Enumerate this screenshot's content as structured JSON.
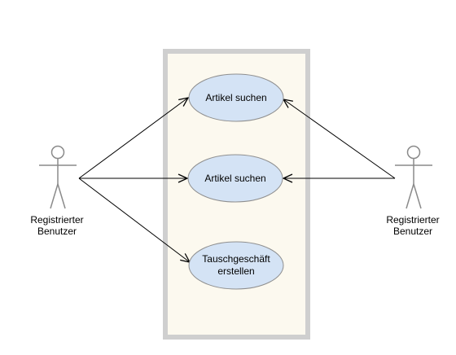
{
  "diagram": {
    "colors": {
      "boundary_stroke": "#cfcfcf",
      "boundary_fill": "#fcf9ef",
      "usecase_fill": "#d4e3f5",
      "usecase_stroke": "#8f8f8f",
      "actor_stroke": "#8a8a8a",
      "line": "#000000"
    },
    "actors": [
      {
        "line1": "Registrierter",
        "line2": "Benutzer"
      },
      {
        "line1": "Registrierter",
        "line2": "Benutzer"
      }
    ],
    "use_cases": [
      {
        "line1": "Artikel suchen",
        "line2": ""
      },
      {
        "line1": "Artikel suchen",
        "line2": ""
      },
      {
        "line1": "Tauschgeschäft",
        "line2": "erstellen"
      }
    ]
  }
}
